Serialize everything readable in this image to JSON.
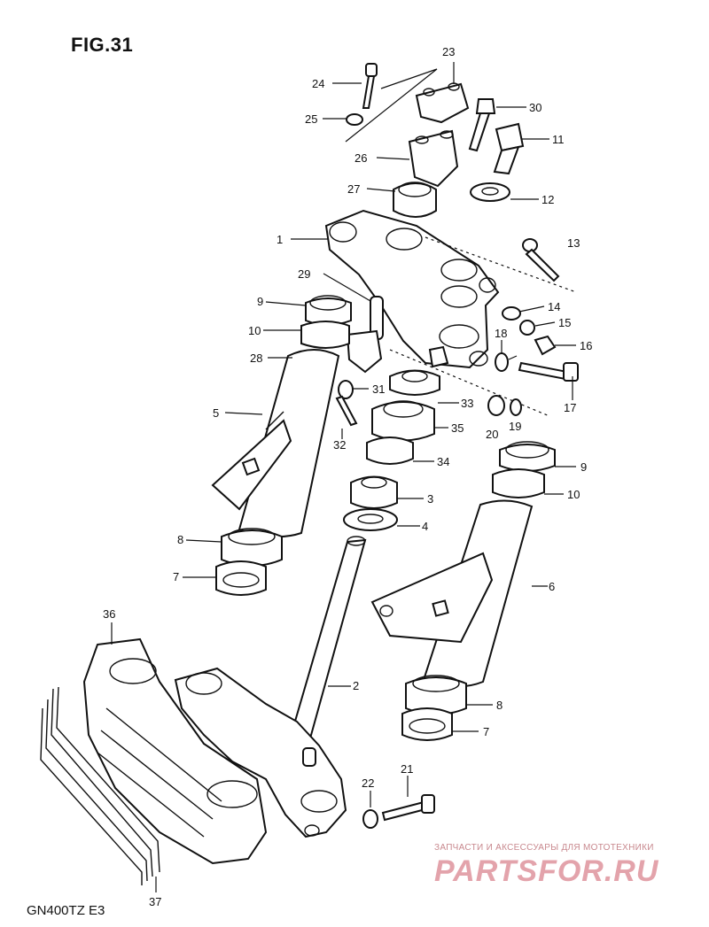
{
  "figure": {
    "title": "FIG.31",
    "model": "GN400TZ E3"
  },
  "watermark": {
    "line1": "ЗАПЧАСТИ И АКСЕССУАРЫ ДЛЯ МОТОТЕХНИКИ",
    "logo": "PARTSFOR.RU"
  },
  "callouts": [
    "1",
    "2",
    "3",
    "4",
    "5",
    "6",
    "7",
    "7",
    "8",
    "8",
    "9",
    "9",
    "10",
    "10",
    "11",
    "12",
    "13",
    "14",
    "15",
    "16",
    "17",
    "18",
    "19",
    "20",
    "21",
    "22",
    "23",
    "24",
    "25",
    "26",
    "27",
    "28",
    "29",
    "30",
    "31",
    "32",
    "33",
    "34",
    "35",
    "36",
    "37"
  ]
}
